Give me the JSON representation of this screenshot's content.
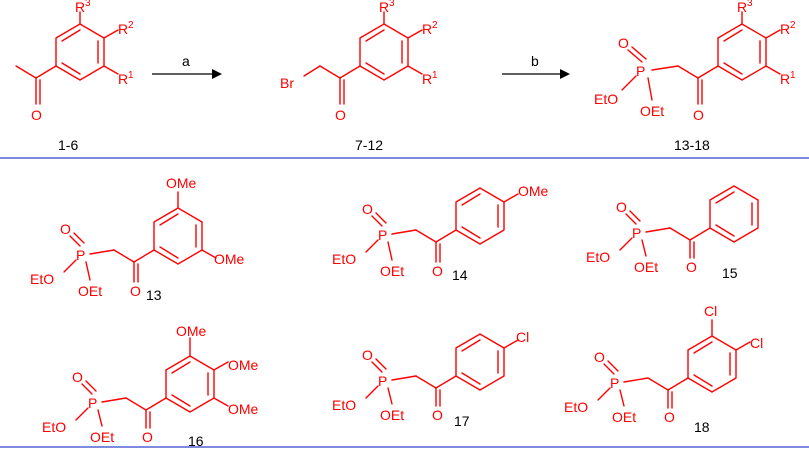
{
  "colors": {
    "structure": "#ff0000",
    "text": "#000000",
    "separator": "#3344cc"
  },
  "scheme": {
    "step_a": "a",
    "step_b": "b",
    "label_start": "1-6",
    "label_bromo": "7-12",
    "label_phos": "13-18"
  },
  "atoms": {
    "O": "O",
    "Br": "Br",
    "P": "P",
    "EtO": "EtO",
    "OEt": "OEt",
    "OMe": "OMe",
    "Cl": "Cl",
    "R": "R",
    "sup1": "1",
    "sup2": "2",
    "sup3": "3"
  },
  "compounds": [
    "13",
    "14",
    "15",
    "16",
    "17",
    "18"
  ]
}
